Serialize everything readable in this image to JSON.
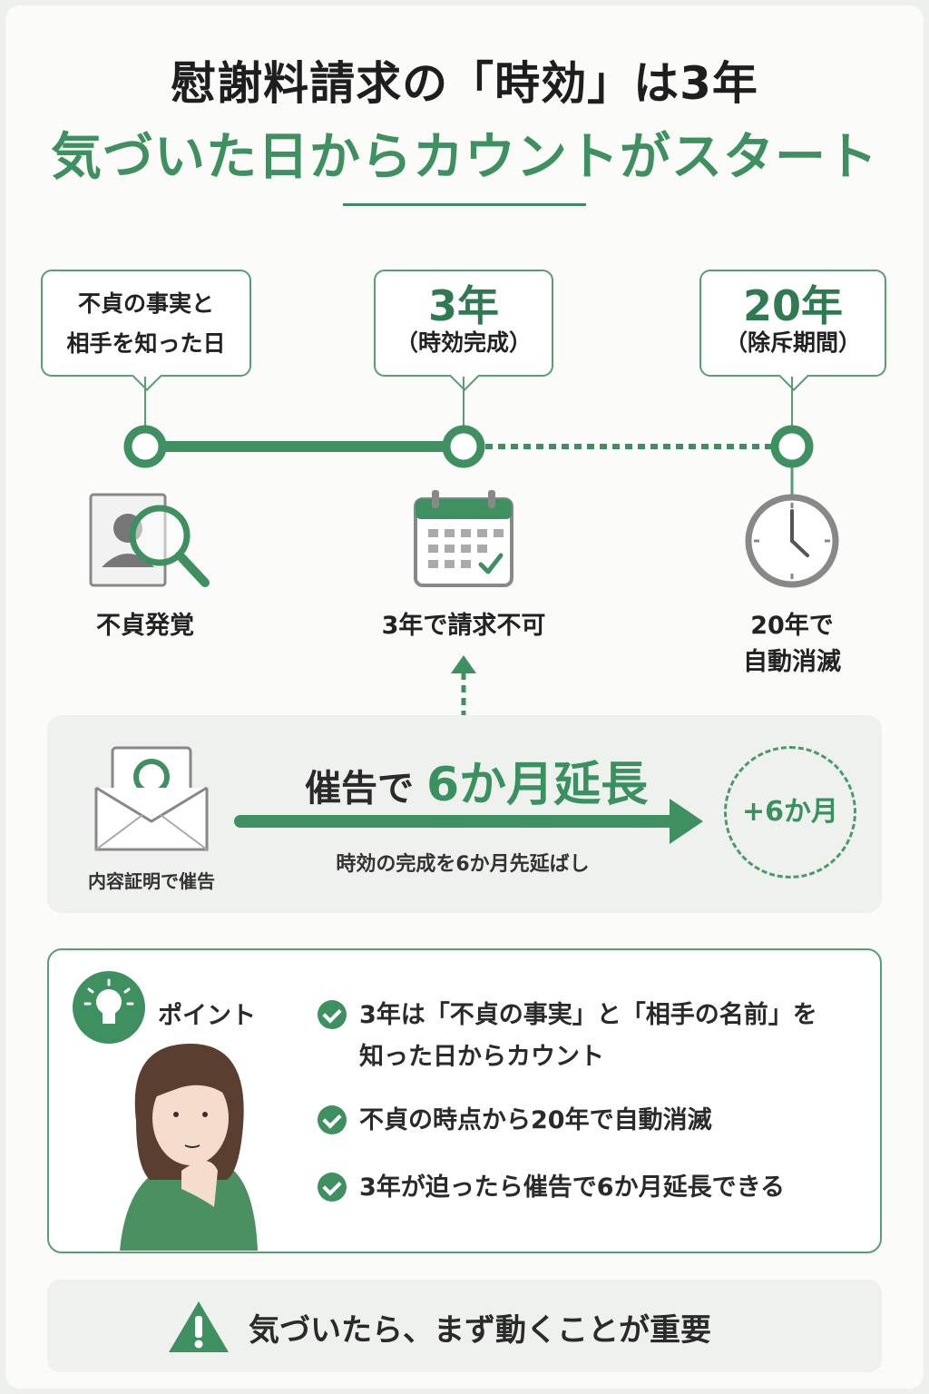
{
  "title": {
    "line1": "慰謝料請求の「時効」は3年",
    "line2": "気づいた日からカウントがスタート"
  },
  "timeline": {
    "start_bubble": [
      "不貞の事実と",
      "相手を知った日"
    ],
    "mid_bubble": {
      "big": "3年",
      "small": "（時効完成）"
    },
    "end_bubble": {
      "big": "20年",
      "small": "（除斥期間）"
    },
    "labels": {
      "start": "不貞発覚",
      "mid": "3年で請求不可",
      "end": [
        "20年で",
        "自動消滅"
      ]
    }
  },
  "extension": {
    "title_prefix": "催告で",
    "title_highlight": "6か月延長",
    "subtitle": "時効の完成を6か月先延ばし",
    "mail_label": "内容証明で催告",
    "badge": "+6か月"
  },
  "points": {
    "label": "ポイント",
    "items": [
      "3年は「不貞の事実」と「相手の名前」を知った日からカウント",
      "不貞の時点から20年で自動消滅",
      "3年が迫ったら催告で6か月延長できる"
    ]
  },
  "warning": {
    "text": "気づいたら、まず動くことが重要"
  },
  "colors": {
    "accent": "#3f9060",
    "accent_dark": "#2f7a50",
    "panel": "#eef1ee"
  }
}
